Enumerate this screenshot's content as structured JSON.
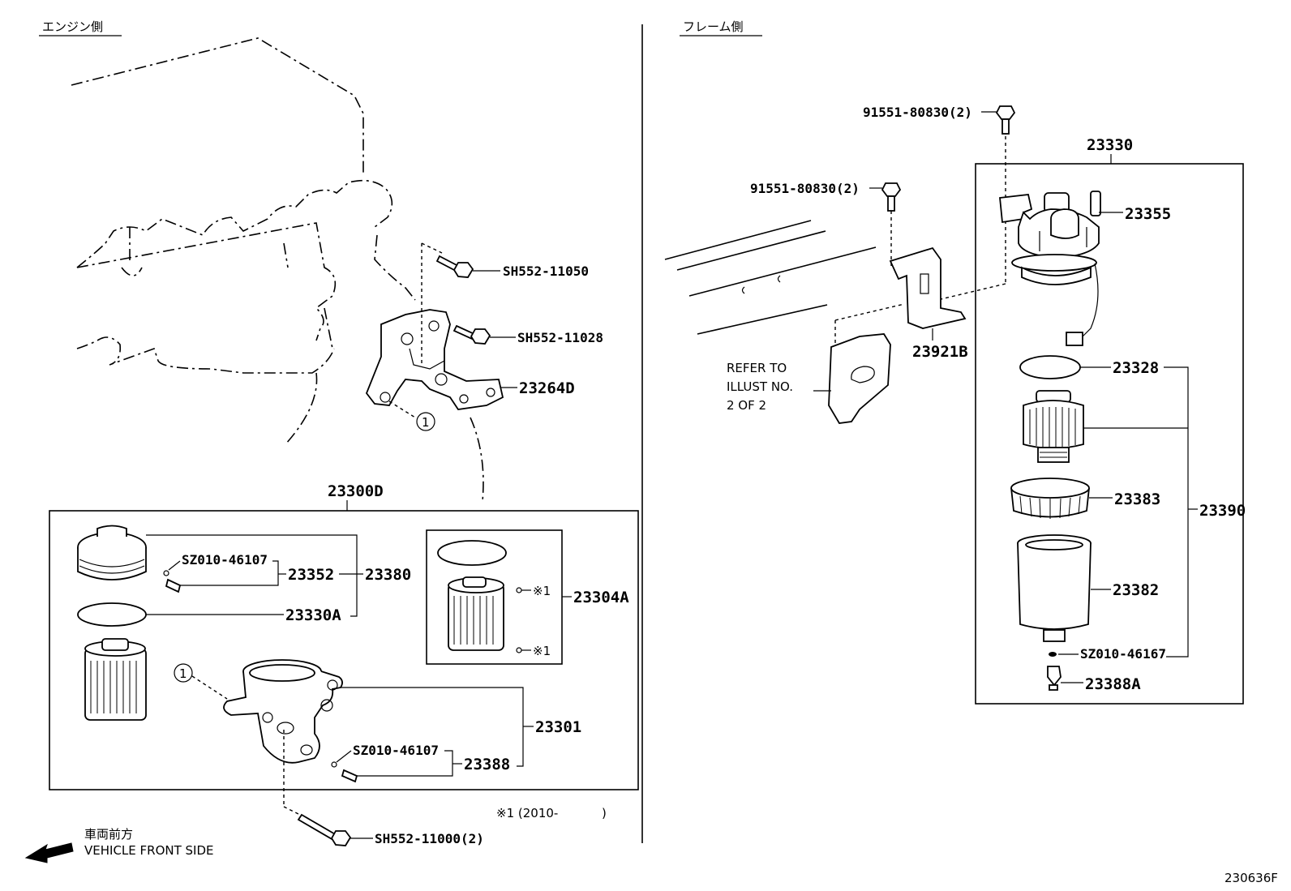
{
  "headers": {
    "engine_side": "エンジン側",
    "frame_side": "フレーム側"
  },
  "parts": {
    "sh552_11050": "SH552-11050",
    "sh552_11028": "SH552-11028",
    "p23264d": "23264D",
    "p23300d": "23300D",
    "sz010_46107_a": "SZ010-46107",
    "p23352": "23352",
    "p23380": "23380",
    "p23330a": "23330A",
    "p23304a": "23304A",
    "p23301": "23301",
    "sz010_46107_b": "SZ010-46107",
    "p23388": "23388",
    "sh552_11000": "SH552-11000(2)",
    "bolt_a": "91551-80830(2)",
    "bolt_b": "91551-80830(2)",
    "p23330": "23330",
    "p23355": "23355",
    "p23921b": "23921B",
    "p23328": "23328",
    "p23383": "23383",
    "p23390": "23390",
    "p23382": "23382",
    "sz010_46167": "SZ010-46167",
    "p23388a": "23388A"
  },
  "notes": {
    "ref_line1": "REFER TO",
    "ref_line2": "ILLUST NO.",
    "ref_line3": "2 OF 2",
    "mark1_a": "※1",
    "mark1_b": "※1",
    "mark1_note": "※1 (2010-",
    "mark1_note_end": ")",
    "callout_1a": "1",
    "callout_1b": "1",
    "front_jp": "車両前方",
    "front_en": "VEHICLE FRONT SIDE",
    "illust_no": "230636F"
  }
}
